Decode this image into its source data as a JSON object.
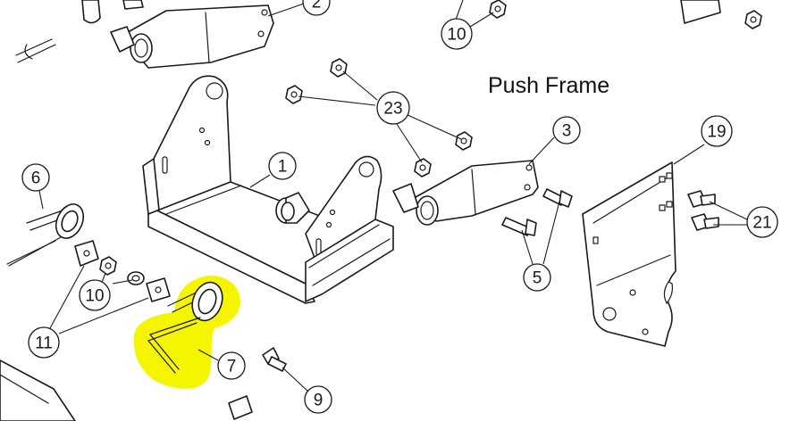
{
  "title": "Push Frame",
  "highlight_color": "#f5f500",
  "callouts": {
    "c1": "1",
    "c2": "2",
    "c3": "3",
    "c5": "5",
    "c6": "6",
    "c7": "7",
    "c9": "9",
    "c10a": "10",
    "c10b": "10",
    "c11": "11",
    "c19": "19",
    "c21": "21",
    "c23": "23"
  }
}
